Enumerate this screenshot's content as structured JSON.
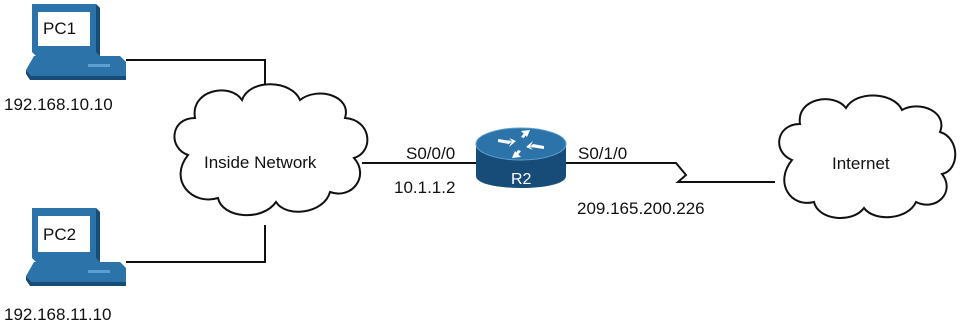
{
  "colors": {
    "device_blue": "#2b73a8",
    "device_dark": "#174b78",
    "device_light": "#5d9fd0",
    "link": "#111111",
    "cloud_stroke": "#111111",
    "text": "#111111"
  },
  "devices": {
    "pc1": {
      "name": "PC1",
      "ip": "192.168.10.10",
      "icon": "desktop-computer-icon"
    },
    "pc2": {
      "name": "PC2",
      "ip": "192.168.11.10",
      "icon": "desktop-computer-icon"
    },
    "router": {
      "name": "R2",
      "icon": "router-icon"
    }
  },
  "clouds": {
    "inside": {
      "label": "Inside Network",
      "icon": "cloud-icon"
    },
    "internet": {
      "label": "Internet",
      "icon": "cloud-icon"
    }
  },
  "interfaces": {
    "s000": {
      "name": "S0/0/0",
      "ip": "10.1.1.2"
    },
    "s010": {
      "name": "S0/1/0",
      "ip": "209.165.200.226"
    }
  }
}
